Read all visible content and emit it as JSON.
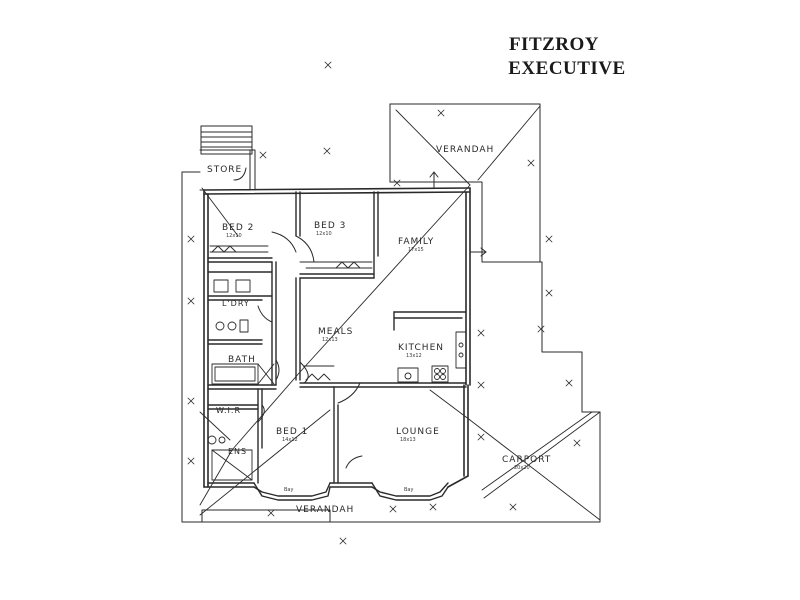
{
  "title": {
    "line1": "FITZROY",
    "line2": "EXECUTIVE"
  },
  "rooms": {
    "store": "STORE",
    "bed2": "BED 2",
    "bed2_size": "12x10",
    "bed3": "BED 3",
    "bed3_size": "12x10",
    "family": "FAMILY",
    "family_size": "17x15",
    "verandah_top": "VERANDAH",
    "ldry": "L'DRY",
    "meals": "MEALS",
    "meals_size": "12x13",
    "kitchen": "KITCHEN",
    "kitchen_size": "13x12",
    "bath": "BATH",
    "wir": "W.I.R",
    "ens": "ENS",
    "bed1": "BED 1",
    "bed1_size": "14x12",
    "lounge": "LOUNGE",
    "lounge_size": "18x13",
    "carport": "CARPORT",
    "carport_size": "20x20",
    "verandah_bottom": "VERANDAH",
    "bay_left": "Bay",
    "bay_right": "Bay"
  }
}
